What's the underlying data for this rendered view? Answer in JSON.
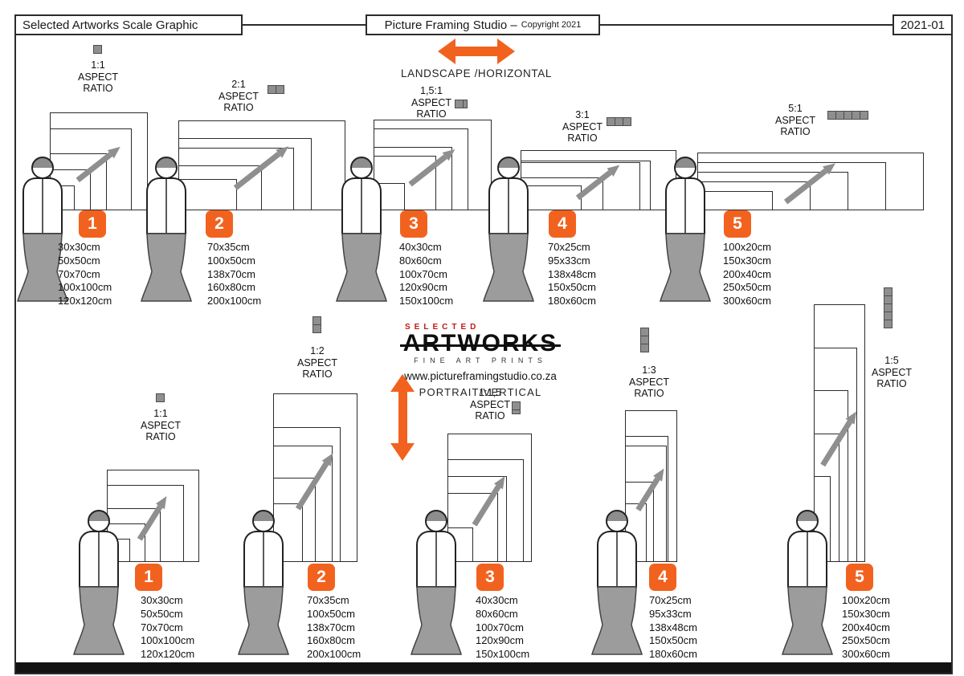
{
  "header": {
    "left_title": "Selected Artworks Scale Graphic",
    "center_title": "Picture Framing Studio –",
    "center_sub": "Copyright 2021",
    "right_code": "2021-01"
  },
  "words": {
    "aspect": "ASPECT",
    "ratio": "RATIO"
  },
  "logo": {
    "selected": "SELECTED",
    "artworks": "ARTWORKS",
    "tagline": "FINE ART PRINTS",
    "url": "www.pictureframingstudio.co.za"
  },
  "colors": {
    "accent_orange": "#F2621F",
    "icon_gray": "#8F8F8F",
    "arrow_gray": "#8F8F8F",
    "logo_red": "#C01818",
    "frame_stroke": "#2B2B2B",
    "figure_gray": "#9C9C9C"
  },
  "landscape": {
    "direction_label": "LANDSCAPE /HORIZONTAL",
    "groups": [
      {
        "number": "1",
        "ratio_label": "1:1",
        "units": 1,
        "sizes": [
          "30x30cm",
          "50x50cm",
          "70x70cm",
          "100x100cm",
          "120x120cm"
        ],
        "dims": [
          [
            30,
            30
          ],
          [
            50,
            50
          ],
          [
            70,
            70
          ],
          [
            100,
            100
          ],
          [
            120,
            120
          ]
        ]
      },
      {
        "number": "2",
        "ratio_label": "2:1",
        "units": 2,
        "sizes": [
          "70x35cm",
          "100x50cm",
          "138x70cm",
          "160x80cm",
          "200x100cm"
        ],
        "dims": [
          [
            70,
            35
          ],
          [
            100,
            50
          ],
          [
            138,
            70
          ],
          [
            160,
            80
          ],
          [
            200,
            100
          ]
        ]
      },
      {
        "number": "3",
        "ratio_label": "1,5:1",
        "units": 1.5,
        "sizes": [
          "40x30cm",
          "80x60cm",
          "100x70cm",
          "120x90cm",
          "150x100cm"
        ],
        "dims": [
          [
            40,
            30
          ],
          [
            80,
            60
          ],
          [
            100,
            70
          ],
          [
            120,
            90
          ],
          [
            150,
            100
          ]
        ]
      },
      {
        "number": "4",
        "ratio_label": "3:1",
        "units": 3,
        "sizes": [
          "70x25cm",
          "95x33cm",
          "138x48cm",
          "150x50cm",
          "180x60cm"
        ],
        "dims": [
          [
            70,
            25
          ],
          [
            95,
            33
          ],
          [
            138,
            48
          ],
          [
            150,
            50
          ],
          [
            180,
            60
          ]
        ]
      },
      {
        "number": "5",
        "ratio_label": "5:1",
        "units": 5,
        "sizes": [
          "100x20cm",
          "150x30cm",
          "200x40cm",
          "250x50cm",
          "300x60cm"
        ],
        "dims": [
          [
            100,
            20
          ],
          [
            150,
            30
          ],
          [
            200,
            40
          ],
          [
            250,
            50
          ],
          [
            300,
            60
          ]
        ]
      }
    ]
  },
  "portrait": {
    "direction_label": "PORTRAIT/VERTICAL",
    "groups": [
      {
        "number": "1",
        "ratio_label": "1:1",
        "units": 1,
        "sizes": [
          "30x30cm",
          "50x50cm",
          "70x70cm",
          "100x100cm",
          "120x120cm"
        ],
        "dims": [
          [
            30,
            30
          ],
          [
            50,
            50
          ],
          [
            70,
            70
          ],
          [
            100,
            100
          ],
          [
            120,
            120
          ]
        ]
      },
      {
        "number": "2",
        "ratio_label": "1:2",
        "units": 2,
        "sizes": [
          "70x35cm",
          "100x50cm",
          "138x70cm",
          "160x80cm",
          "200x100cm"
        ],
        "dims": [
          [
            35,
            70
          ],
          [
            50,
            100
          ],
          [
            70,
            138
          ],
          [
            80,
            160
          ],
          [
            100,
            200
          ]
        ]
      },
      {
        "number": "3",
        "ratio_label": "1:1,5",
        "units": 1.5,
        "sizes": [
          "40x30cm",
          "80x60cm",
          "100x70cm",
          "120x90cm",
          "150x100cm"
        ],
        "dims": [
          [
            30,
            40
          ],
          [
            60,
            80
          ],
          [
            70,
            100
          ],
          [
            90,
            120
          ],
          [
            100,
            150
          ]
        ]
      },
      {
        "number": "4",
        "ratio_label": "1:3",
        "units": 3,
        "sizes": [
          "70x25cm",
          "95x33cm",
          "138x48cm",
          "150x50cm",
          "180x60cm"
        ],
        "dims": [
          [
            25,
            70
          ],
          [
            33,
            95
          ],
          [
            48,
            138
          ],
          [
            50,
            150
          ],
          [
            60,
            180
          ]
        ]
      },
      {
        "number": "5",
        "ratio_label": "1:5",
        "units": 5,
        "sizes": [
          "100x20cm",
          "150x30cm",
          "200x40cm",
          "250x50cm",
          "300x60cm"
        ],
        "dims": [
          [
            20,
            100
          ],
          [
            30,
            150
          ],
          [
            40,
            200
          ],
          [
            50,
            250
          ],
          [
            60,
            300
          ]
        ]
      }
    ]
  }
}
